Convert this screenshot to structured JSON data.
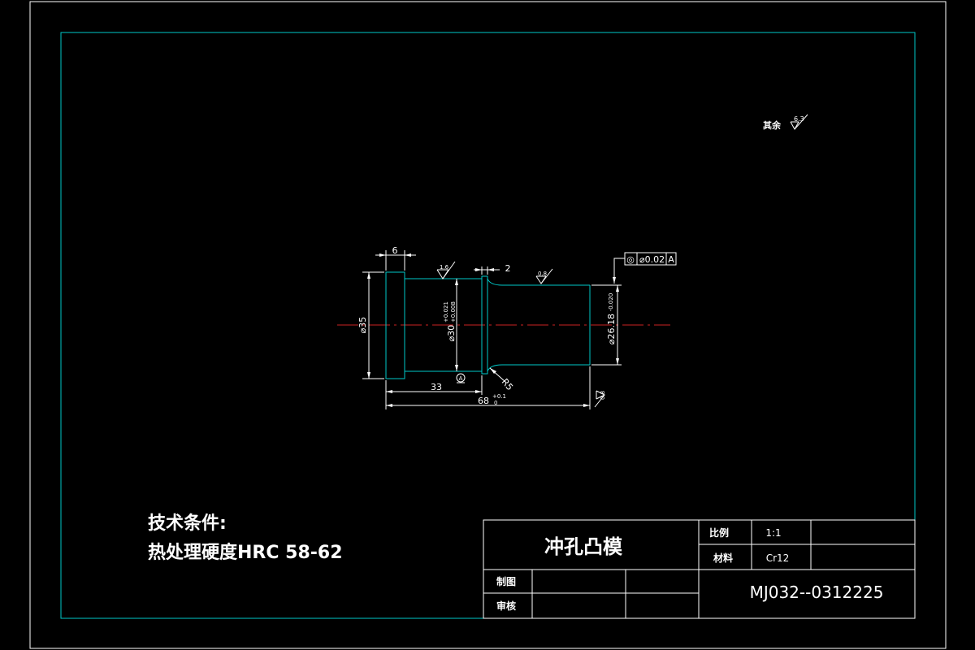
{
  "colors": {
    "background": "#000000",
    "outer_border": "#ffffff",
    "frame": "#00c8c8",
    "outline": "#00c8c8",
    "dimension": "#ffffff",
    "centerline": "#cc2222",
    "text": "#ffffff"
  },
  "roughness_note": {
    "label": "其余",
    "value": "6.3"
  },
  "dimensions": {
    "flange_width": "6",
    "flange_diameter": "⌀35",
    "fit_diameter": "⌀30",
    "fit_tol_upper": "+0.021",
    "fit_tol_lower": "+0.008",
    "fit_roughness": "1.6",
    "groove_width": "2",
    "shaft_roughness": "0.8",
    "tip_diameter": "⌀26.18",
    "tip_tol": "-0.020",
    "shoulder_length": "33",
    "total_length": "68",
    "total_tol_upper": "+0.1",
    "total_tol_lower": "0",
    "fillet_radius": "R5",
    "datum": "A",
    "end_roughness": "0.8",
    "concentricity": "◎",
    "concentricity_value": "⌀0.02",
    "concentricity_datum": "A"
  },
  "tech_requirements": {
    "title": "技术条件:",
    "line1": "热处理硬度HRC 58-62"
  },
  "title_block": {
    "part_name": "冲孔凸模",
    "scale_label": "比例",
    "scale_value": "1:1",
    "material_label": "材料",
    "material_value": "Cr12",
    "drawn_label": "制图",
    "checked_label": "审核",
    "drawing_number": "MJ032--0312225"
  }
}
